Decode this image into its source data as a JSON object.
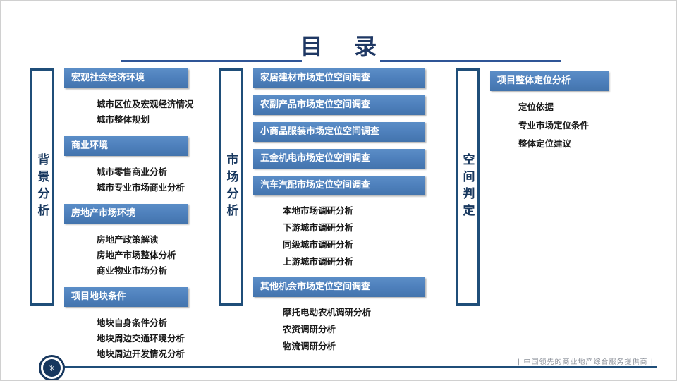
{
  "page": {
    "title": "目    录",
    "footer": {
      "tagline": "| 中国领先的商业地产综合服务提供商 |",
      "logo_glyph": "✳"
    }
  },
  "colors": {
    "header_blue": "#4f81bd",
    "bar_border_navy": "#1f4e79",
    "title_navy": "#1f3864",
    "footer_gray": "#8a8f98"
  },
  "sections": [
    {
      "label": "背景分析",
      "groups": [
        {
          "header": "宏观社会经济环境",
          "items": [
            "城市区位及宏观经济情况",
            "城市整体规划"
          ]
        },
        {
          "header": "商业环境",
          "items": [
            "城市零售商业分析",
            "城市专业市场商业分析"
          ]
        },
        {
          "header": "房地产市场环境",
          "items": [
            "房地产政策解读",
            "房地产市场整体分析",
            "商业物业市场分析"
          ]
        },
        {
          "header": "项目地块条件",
          "items": [
            "地块自身条件分析",
            "地块周边交通环境分析",
            "地块周边开发情况分析"
          ]
        }
      ]
    },
    {
      "label": "市场分析",
      "groups": [
        {
          "header": "家居建材市场定位空间调查",
          "items": []
        },
        {
          "header": "农副产品市场定位空间调查",
          "items": []
        },
        {
          "header": "小商品服装市场定位空间调查",
          "items": []
        },
        {
          "header": "五金机电市场定位空间调查",
          "items": []
        },
        {
          "header": "汽车汽配市场定位空间调查",
          "items": [
            "本地市场调研分析",
            "下游城市调研分析",
            "同级城市调研分析",
            "上游城市调研分析"
          ]
        },
        {
          "header": "其他机会市场定位空间调查",
          "items": [
            "摩托电动农机调研分析",
            "农资调研分析",
            "物流调研分析"
          ]
        }
      ]
    },
    {
      "label": "空间判定",
      "groups": [
        {
          "header": "项目整体定位分析",
          "items": [
            "定位依据",
            "专业市场定位条件",
            "整体定位建议"
          ]
        }
      ]
    }
  ]
}
